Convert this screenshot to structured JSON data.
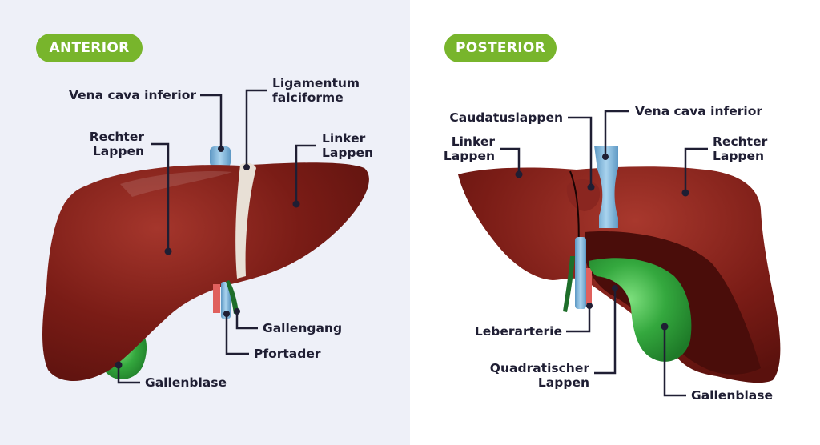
{
  "views": {
    "anterior": {
      "title": "ANTERIOR",
      "labels": {
        "vena_cava": "Vena cava inferior",
        "ligamentum": "Ligamentum\nfalciforme",
        "rechter_lappen": "Rechter\nLappen",
        "linker_lappen": "Linker\nLappen",
        "gallengang": "Gallengang",
        "pfortader": "Pfortader",
        "gallenblase": "Gallenblase"
      }
    },
    "posterior": {
      "title": "POSTERIOR",
      "labels": {
        "caudatuslappen": "Caudatuslappen",
        "vena_cava": "Vena cava inferior",
        "linker_lappen": "Linker\nLappen",
        "rechter_lappen": "Rechter\nLappen",
        "leberarterie": "Leberarterie",
        "quadratischer_lappen": "Quadratischer\nLappen",
        "gallenblase": "Gallenblase"
      }
    }
  },
  "colors": {
    "background_left": "#eef0f8",
    "background_right": "#ffffff",
    "pill": "#78b52c",
    "liver": "#7a1c16",
    "liver_dark": "#4a0d0a",
    "gallbladder": "#2f9b3a",
    "vein": "#7fb6dd",
    "artery": "#e0605d",
    "bile_duct": "#1e6e2a",
    "ligament": "#e8e0d6",
    "leader_line": "#1f1e33"
  }
}
